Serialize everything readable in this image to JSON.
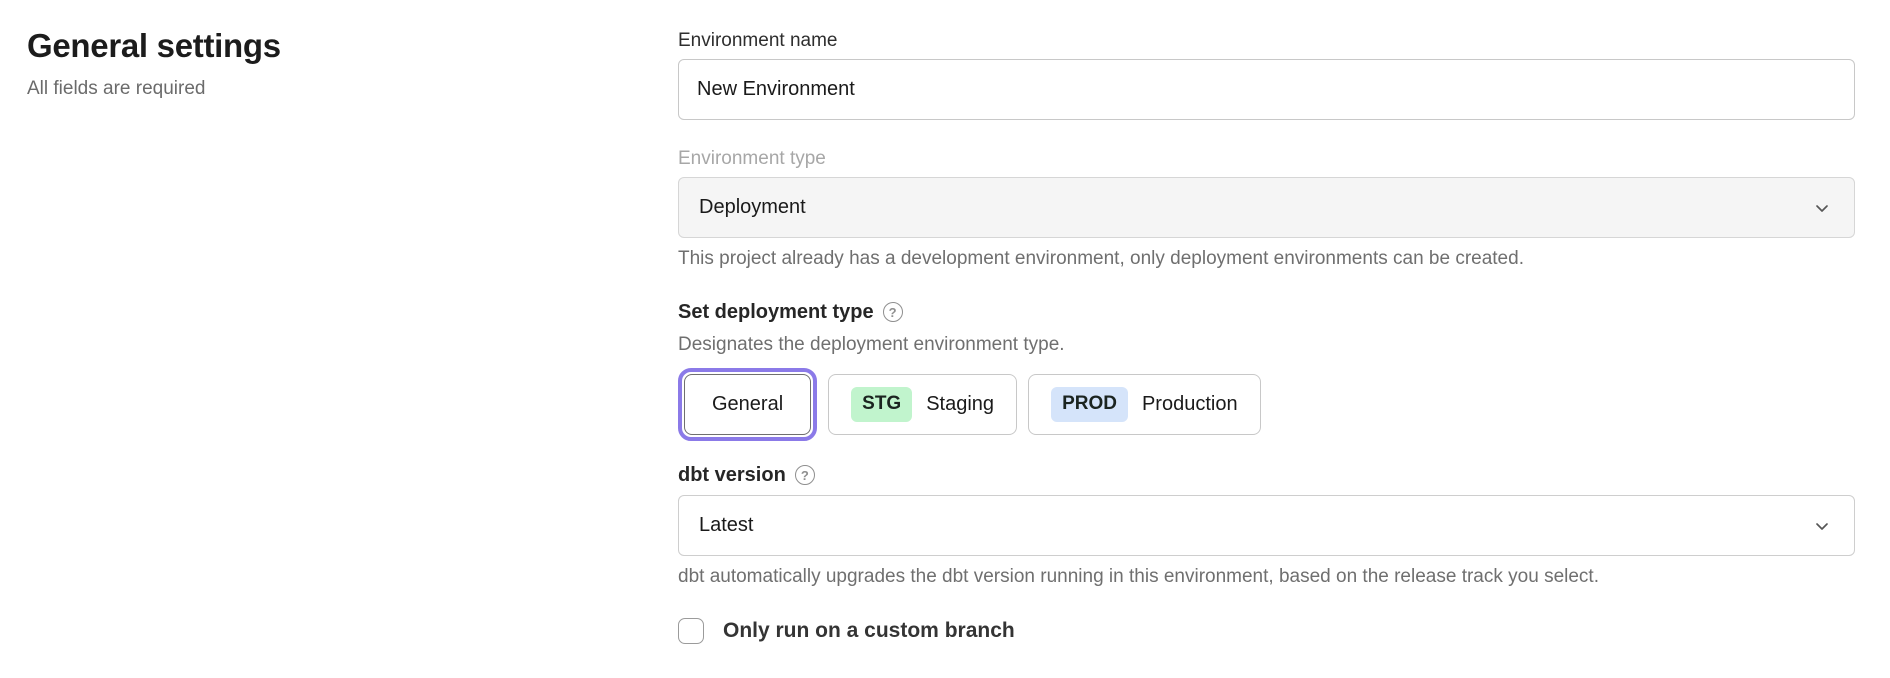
{
  "header": {
    "title": "General settings",
    "subtitle": "All fields are required"
  },
  "fields": {
    "environment_name": {
      "label": "Environment name",
      "value": "New Environment"
    },
    "environment_type": {
      "label": "Environment type",
      "value": "Deployment",
      "helper": "This project already has a development environment, only deployment environments can be created."
    },
    "deployment_type": {
      "label": "Set deployment type",
      "description": "Designates the deployment environment type.",
      "options": [
        {
          "badge": "",
          "label": "General",
          "selected": true
        },
        {
          "badge": "STG",
          "label": "Staging",
          "selected": false
        },
        {
          "badge": "PROD",
          "label": "Production",
          "selected": false
        }
      ]
    },
    "dbt_version": {
      "label": "dbt version",
      "value": "Latest",
      "helper": "dbt automatically upgrades the dbt version running in this environment, based on the release track you select."
    },
    "custom_branch": {
      "label": "Only run on a custom branch",
      "checked": false
    }
  },
  "icons": {
    "help": "?",
    "chevron_down": "chevron-down"
  },
  "colors": {
    "accent_purple": "#8b7ae8",
    "staging_badge_bg": "#c1f4cd",
    "production_badge_bg": "#d5e4fa",
    "disabled_field_bg": "#f5f5f5",
    "helper_text": "#6f6f6f"
  }
}
